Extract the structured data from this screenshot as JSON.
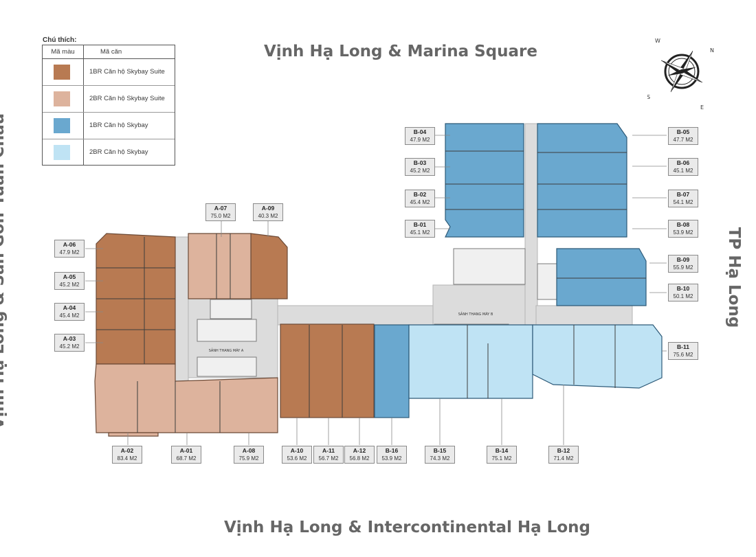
{
  "directions": {
    "top": "Vịnh Hạ Long & Marina Square",
    "bottom": "Vịnh Hạ Long & Intercontinental Hạ Long",
    "left": "Vịnh Hạ Long & Sân Golf Tuần Châu",
    "right": "TP Hạ Long"
  },
  "legend": {
    "title": "Chú thích:",
    "col_color": "Mã màu",
    "col_unit": "Mã căn",
    "items": [
      {
        "label": "1BR Căn hộ Skybay Suite",
        "color": "#b87a52"
      },
      {
        "label": "2BR Căn hộ Skybay Suite",
        "color": "#ddb39d"
      },
      {
        "label": "1BR Căn hộ Skybay",
        "color": "#6aa8cf"
      },
      {
        "label": "2BR Căn hộ Skybay",
        "color": "#bfe3f4"
      }
    ]
  },
  "compass": {
    "n": "N",
    "e": "E",
    "s": "S",
    "w": "W"
  },
  "lifts": {
    "a": "SẢNH THANG MÁY A",
    "b": "SẢNH THANG MÁY B"
  },
  "units": [
    {
      "code": "A-07",
      "area": "75.0 M2"
    },
    {
      "code": "A-09",
      "area": "40.3 M2"
    },
    {
      "code": "A-06",
      "area": "47.9 M2"
    },
    {
      "code": "A-05",
      "area": "45.2 M2"
    },
    {
      "code": "A-04",
      "area": "45.4 M2"
    },
    {
      "code": "A-03",
      "area": "45.2 M2"
    },
    {
      "code": "A-02",
      "area": "83.4 M2"
    },
    {
      "code": "A-01",
      "area": "68.7 M2"
    },
    {
      "code": "A-08",
      "area": "75.9 M2"
    },
    {
      "code": "A-10",
      "area": "53.6 M2"
    },
    {
      "code": "A-11",
      "area": "56.7 M2"
    },
    {
      "code": "A-12",
      "area": "56.8 M2"
    },
    {
      "code": "B-16",
      "area": "53.9 M2"
    },
    {
      "code": "B-15",
      "area": "74.3 M2"
    },
    {
      "code": "B-14",
      "area": "75.1 M2"
    },
    {
      "code": "B-12",
      "area": "71.4 M2"
    },
    {
      "code": "B-04",
      "area": "47.9 M2"
    },
    {
      "code": "B-03",
      "area": "45.2 M2"
    },
    {
      "code": "B-02",
      "area": "45.4 M2"
    },
    {
      "code": "B-01",
      "area": "45.1 M2"
    },
    {
      "code": "B-05",
      "area": "47.7 M2"
    },
    {
      "code": "B-06",
      "area": "45.1 M2"
    },
    {
      "code": "B-07",
      "area": "54.1 M2"
    },
    {
      "code": "B-08",
      "area": "53.9 M2"
    },
    {
      "code": "B-09",
      "area": "55.9 M2"
    },
    {
      "code": "B-10",
      "area": "50.1 M2"
    },
    {
      "code": "B-11",
      "area": "75.6 M2"
    }
  ]
}
